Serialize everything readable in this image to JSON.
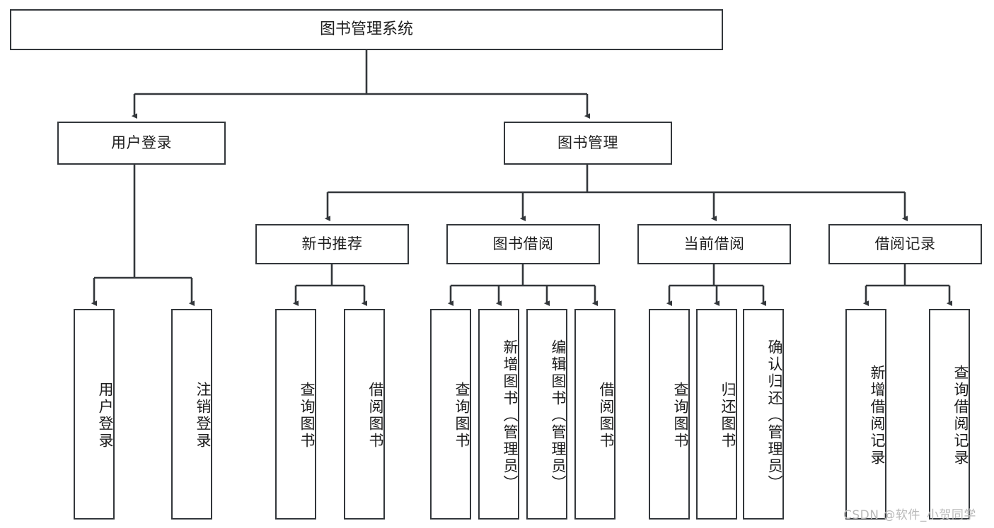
{
  "diagram": {
    "title": "图书管理系统",
    "type": "hierarchy-tree",
    "levels": 4,
    "root": {
      "label": "图书管理系统"
    },
    "level2": [
      {
        "label": "用户登录"
      },
      {
        "label": "图书管理"
      }
    ],
    "level3": [
      {
        "label": "新书推荐",
        "parent": "图书管理"
      },
      {
        "label": "图书借阅",
        "parent": "图书管理"
      },
      {
        "label": "当前借阅",
        "parent": "图书管理"
      },
      {
        "label": "借阅记录",
        "parent": "图书管理"
      }
    ],
    "leaves": {
      "user_login": [
        {
          "label": "用户登录"
        },
        {
          "label": "注销登录"
        }
      ],
      "new_book_recommend": [
        {
          "label": "查询图书"
        },
        {
          "label": "借阅图书"
        }
      ],
      "book_borrow": [
        {
          "label": "查询图书"
        },
        {
          "label": "新增图书（管理员）"
        },
        {
          "label": "编辑图书（管理员）"
        },
        {
          "label": "借阅图书"
        }
      ],
      "current_borrow": [
        {
          "label": "查询图书"
        },
        {
          "label": "归还图书"
        },
        {
          "label": "确认归还（管理员）"
        }
      ],
      "borrow_record": [
        {
          "label": "新增借阅记录"
        },
        {
          "label": "查询借阅记录"
        }
      ]
    }
  },
  "watermark": {
    "text": "CSDN @软件_小贺同学"
  },
  "colors": {
    "stroke": "#33373b",
    "text": "#1d1d1d",
    "background": "#ffffff",
    "watermark": "#b9b9b9"
  }
}
